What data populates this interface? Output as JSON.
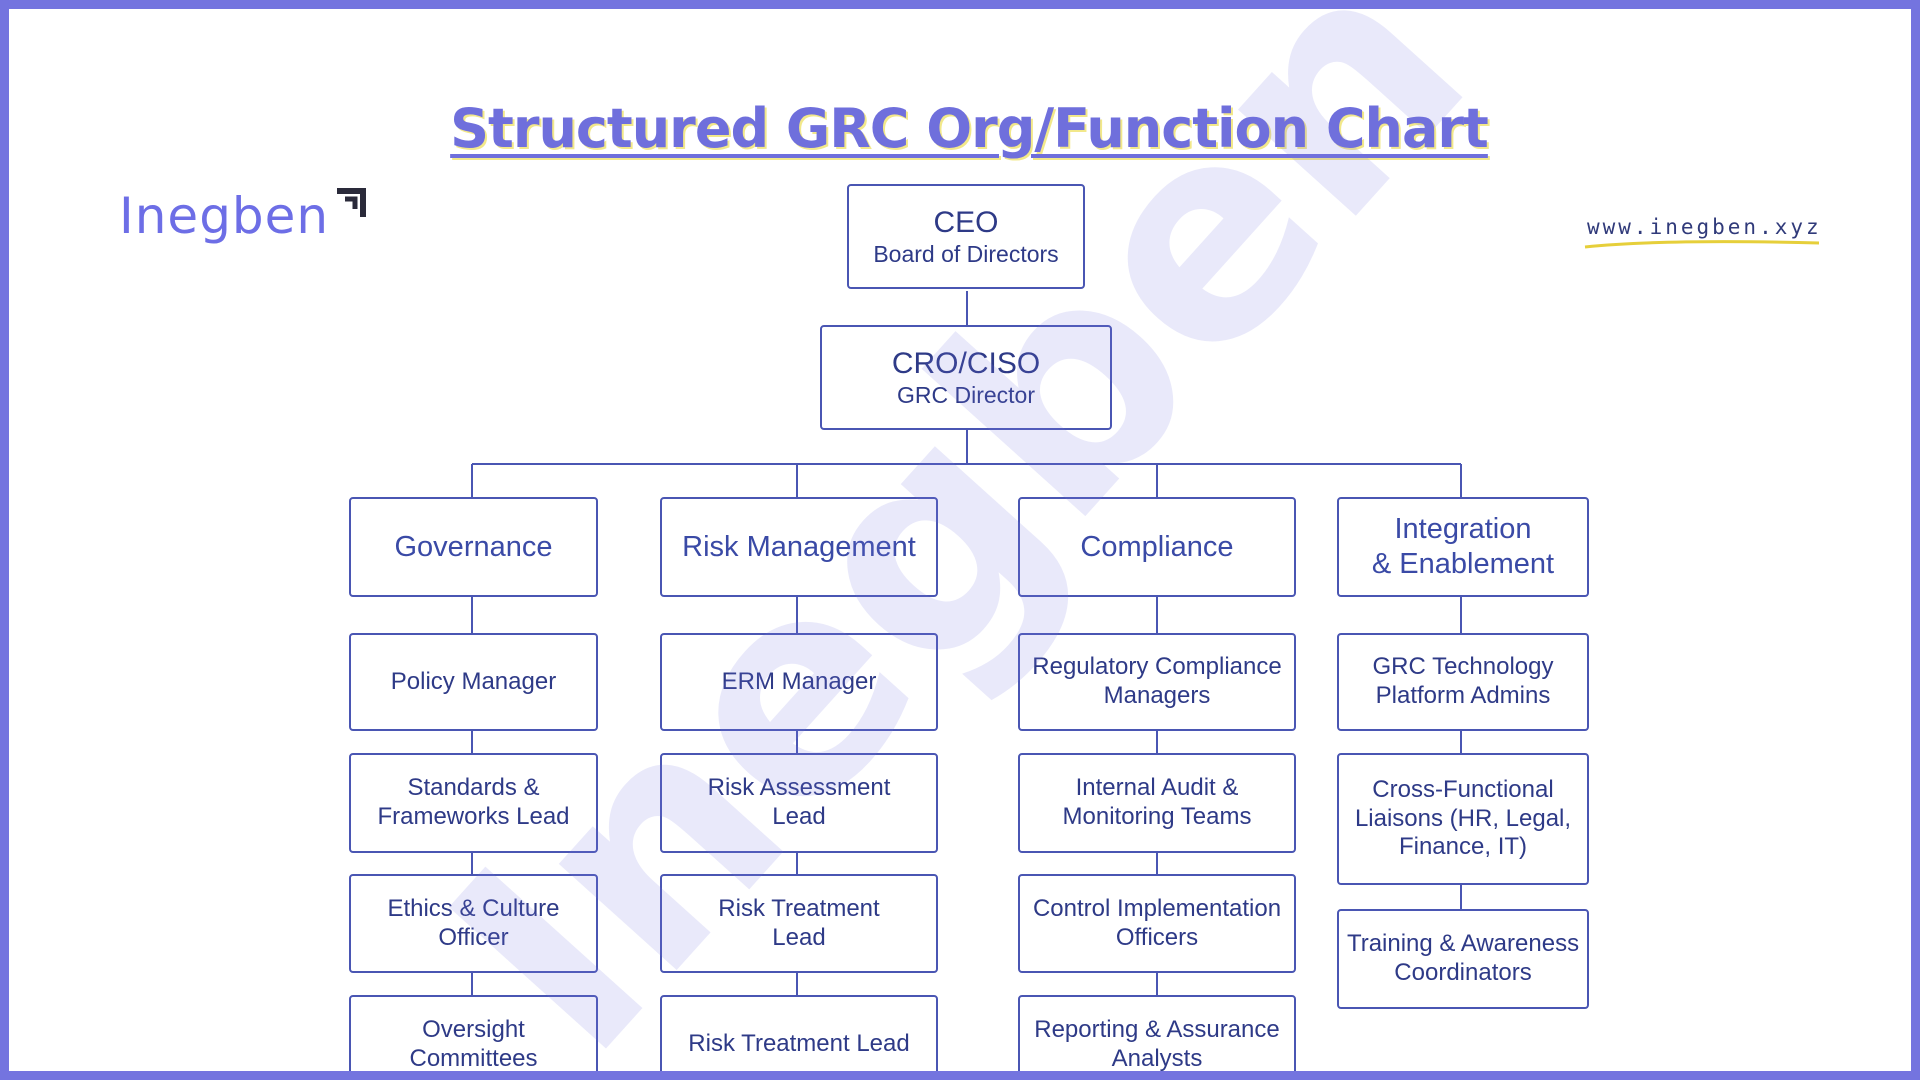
{
  "title": "Structured GRC Org/Function Chart",
  "brand": {
    "logo_text": "Inegben",
    "url": "www.inegben.xyz"
  },
  "watermark": "Inegben",
  "ceo": {
    "title": "CEO",
    "subtitle": "Board of Directors"
  },
  "cro": {
    "title": "CRO/CISO",
    "subtitle": "GRC Director"
  },
  "departments": [
    {
      "name": "Governance",
      "roles": [
        "Policy Manager",
        "Standards &\nFrameworks Lead",
        "Ethics & Culture\nOfficer",
        "Oversight\nCommittees"
      ]
    },
    {
      "name": "Risk Management",
      "roles": [
        "ERM Manager",
        "Risk Assessment\nLead",
        "Risk Treatment\nLead",
        "Risk Treatment Lead"
      ]
    },
    {
      "name": "Compliance",
      "roles": [
        "Regulatory Compliance\nManagers",
        "Internal Audit &\nMonitoring Teams",
        "Control Implementation\nOfficers",
        "Reporting & Assurance\nAnalysts"
      ]
    },
    {
      "name": "Integration\n& Enablement",
      "roles": [
        "GRC Technology\nPlatform Admins",
        "Cross-Functional\nLiaisons (HR, Legal,\nFinance, IT)",
        "Training & Awareness\nCoordinators"
      ]
    }
  ],
  "colors": {
    "frame": "#7474df",
    "box_border": "#4a56b3",
    "text": "#2e3a87",
    "title": "#6f6fdc"
  }
}
